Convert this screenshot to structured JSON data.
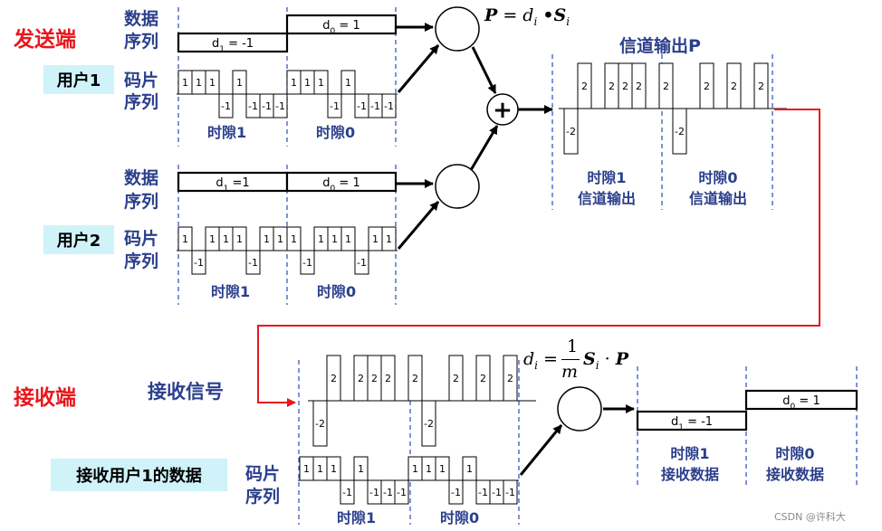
{
  "sender": {
    "title": "发送端",
    "data_label": [
      "数据",
      "序列"
    ],
    "code_label": [
      "码片",
      "序列"
    ],
    "user1": {
      "name": "用户1",
      "d1": "d1 = -1",
      "d0": "d0 = 1",
      "chips1": [
        "1",
        "1",
        "1",
        "-1",
        "1",
        "-1",
        "-1",
        "-1"
      ],
      "chips0": [
        "1",
        "1",
        "1",
        "-1",
        "1",
        "-1",
        "-1",
        "-1"
      ]
    },
    "user2": {
      "name": "用户2",
      "d1": "d1 =1",
      "d0": "d0 = 1",
      "chips1": [
        "1",
        "-1",
        "1",
        "1",
        "1",
        "-1",
        "1",
        "1"
      ],
      "chips0": [
        "1",
        "-1",
        "1",
        "1",
        "1",
        "-1",
        "1",
        "1"
      ]
    },
    "slot1": "时隙1",
    "slot0": "时隙0"
  },
  "formula_top": "P = d_i • S_i",
  "channel": {
    "title": "信道输出P",
    "slot1_label": [
      "时隙1",
      "信道输出"
    ],
    "slot0_label": [
      "时隙0",
      "信道输出"
    ],
    "values": [
      "-2",
      "2",
      "0",
      "2",
      "2",
      "2",
      "0",
      "2",
      "-2",
      "0",
      "2",
      "0",
      "2",
      "0",
      "2",
      "0"
    ]
  },
  "receiver": {
    "title": "接收端",
    "signal_label": "接收信号",
    "user_box": "接收用户1的数据",
    "code_label": [
      "码片",
      "序列"
    ],
    "formula": "d_i = (1/m) S_i · P",
    "received": {
      "d1": "d1 = -1",
      "d0": "d0 = 1"
    },
    "slot1": "时隙1",
    "slot0": "时隙0",
    "slot1_data": [
      "时隙1",
      "接收数据"
    ],
    "slot0_data": [
      "时隙0",
      "接收数据"
    ]
  },
  "plus_symbol": "+",
  "watermark": "CSDN @许科大",
  "colors": {
    "title_red": "#e8171d",
    "label_blue": "#2b3f8c",
    "box_cyan": "#cff3f9",
    "link_red": "#e8171d",
    "dash_blue": "#3b57c4"
  }
}
